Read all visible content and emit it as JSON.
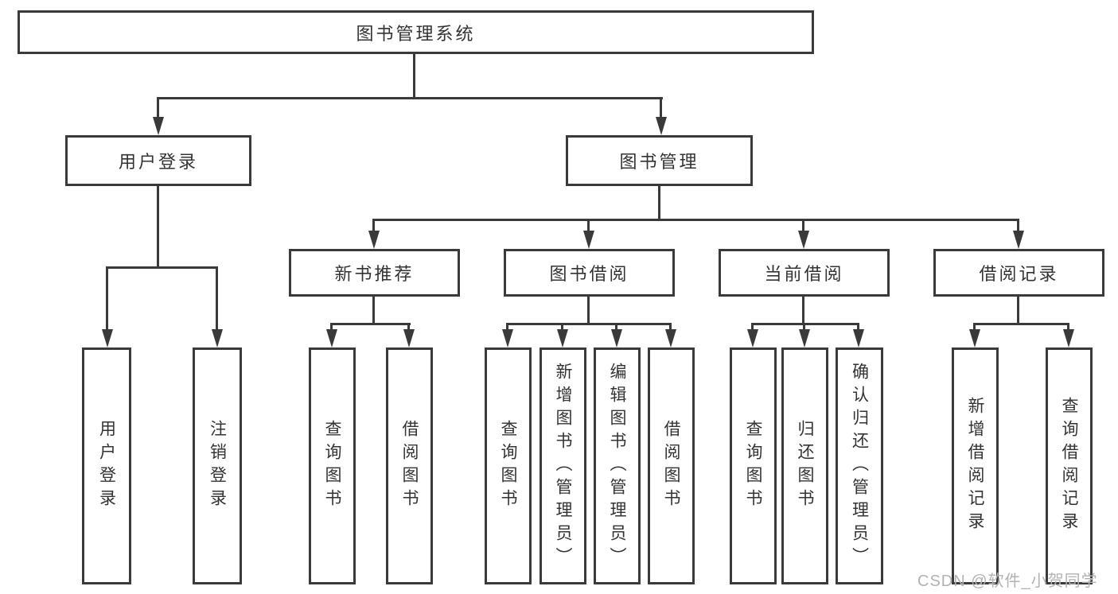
{
  "colors": {
    "line": "#3a3a3a",
    "text": "#333333",
    "watermark": "#b2b2b2",
    "background": "#ffffff"
  },
  "watermark": {
    "text": "CSDN @软件_小贺同学"
  },
  "diagram": {
    "type": "hierarchy-tree",
    "root": {
      "label": "图书管理系统"
    },
    "level1": [
      {
        "label": "用户登录"
      },
      {
        "label": "图书管理"
      }
    ],
    "level2": [
      {
        "label": "新书推荐"
      },
      {
        "label": "图书借阅"
      },
      {
        "label": "当前借阅"
      },
      {
        "label": "借阅记录"
      }
    ],
    "leaves": {
      "login": [
        "用户登录",
        "注销登录"
      ],
      "recommend": [
        "查询图书",
        "借阅图书"
      ],
      "borrow": [
        "查询图书",
        "新增图书（管理员）",
        "编辑图书（管理员）",
        "借阅图书"
      ],
      "current": [
        "查询图书",
        "归还图书",
        "确认归还（管理员）"
      ],
      "records": [
        "新增借阅记录",
        "查询借阅记录"
      ]
    }
  }
}
